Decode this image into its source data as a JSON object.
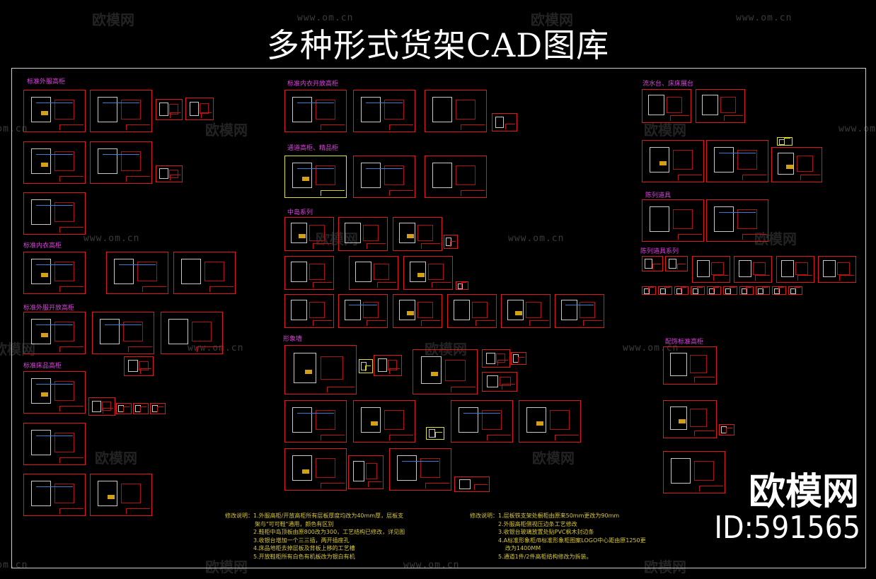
{
  "title": "多种形式货架CAD图库",
  "watermark": {
    "brand": "欧模网",
    "url": "www.om.cn"
  },
  "sections": [
    "标准外服高柜",
    "标准内衣高柜",
    "标准外服开放高柜",
    "标准床品高柜",
    "标准内衣开放高柜",
    "通道高柜、精品柜",
    "中岛系列",
    "形象墙",
    "流水台、床床展台",
    "陈列道具",
    "陈列道具系列",
    "配饰标准高柜"
  ],
  "notes": {
    "left": [
      "修改说明：1.外服高柜/开放高柜所有层板厚度均改为40mm厚，层板支",
      "架与\"可可鞋\"通用，颜色有区别",
      "2.鞋柜中岛顶板由原800改为300，工艺结构已修改，详见图",
      "3.收银台增加一个三三插，两开插座孔",
      "4.床品地柜去掉层板及背板上移的工艺槽",
      "5.开放鞋柜所有白色有机板改为银白有机"
    ],
    "right": [
      "修改说明：1.层板铁支架处橱柜由原来50mm更改为90mm",
      "2.外服高柜侧视压边条工艺修改",
      "3.收银台玻璃放置处贴PVC枫木封边条",
      "4.A标准形象柜/B标准形象柜图案LOGO中心距由原1250更",
      "改为1400MM",
      "5.通道1件/2件高柜结构修改为拆装。"
    ]
  },
  "logo": {
    "text": "欧模网",
    "id": "ID:591565"
  },
  "colors": {
    "background": "#000000",
    "sheet_border": "#e01818",
    "section_label": "#e040e0",
    "note_text": "#d8c830",
    "title": "#ffffff"
  }
}
